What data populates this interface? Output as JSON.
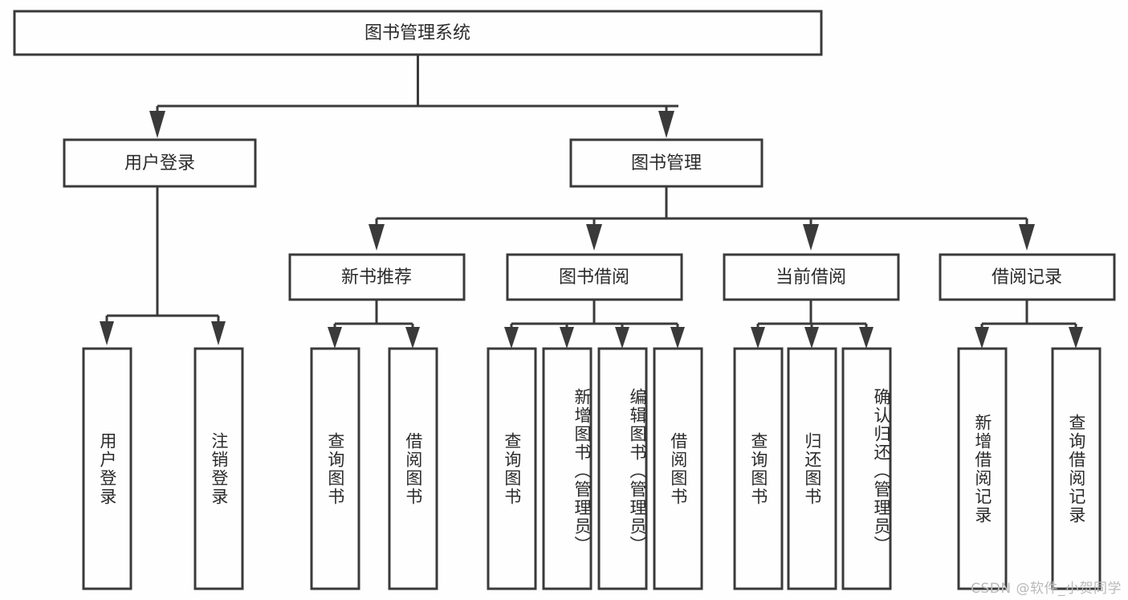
{
  "diagram": {
    "title": "图书管理系统",
    "type": "hierarchy-tree",
    "background_color": "#fefefe",
    "line_color": "#3a3a3a",
    "text_color": "#2b2b2b",
    "root": {
      "label": "图书管理系统"
    },
    "level2": [
      {
        "label": "用户登录"
      },
      {
        "label": "图书管理"
      }
    ],
    "level3": [
      {
        "label": "新书推荐"
      },
      {
        "label": "图书借阅"
      },
      {
        "label": "当前借阅"
      },
      {
        "label": "借阅记录"
      }
    ],
    "leaves": {
      "user_login": [
        {
          "label": "用户登录"
        },
        {
          "label": "注销登录"
        }
      ],
      "new_book_recommend": [
        {
          "label": "查询图书"
        },
        {
          "label": "借阅图书"
        }
      ],
      "book_borrow": [
        {
          "label": "查询图书"
        },
        {
          "label": "新增图书（管理员）"
        },
        {
          "label": "编辑图书（管理员）"
        },
        {
          "label": "借阅图书"
        }
      ],
      "current_borrow": [
        {
          "label": "查询图书"
        },
        {
          "label": "归还图书"
        },
        {
          "label": "确认归还（管理员）"
        }
      ],
      "borrow_record": [
        {
          "label": "新增借阅记录"
        },
        {
          "label": "查询借阅记录"
        }
      ]
    }
  },
  "watermark": {
    "text": "CSDN @软件_小贺同学"
  }
}
